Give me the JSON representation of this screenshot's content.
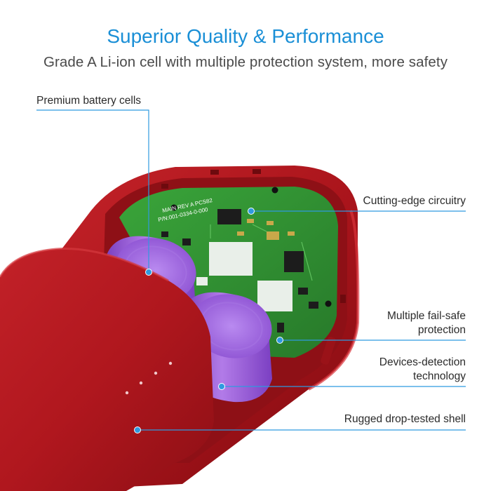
{
  "header": {
    "title": "Superior Quality & Performance",
    "subtitle": "Grade A Li-ion cell with multiple protection system, more safety"
  },
  "callouts": {
    "premium_cells": "Premium battery cells",
    "circuitry": "Cutting-edge circuitry",
    "failsafe_line1": "Multiple fail-safe",
    "failsafe_line2": "protection",
    "detection_line1": "Devices-detection",
    "detection_line2": "technology",
    "shell": "Rugged drop-tested shell"
  },
  "pcb_silkscreen": {
    "line1": "MAIN REV A PCS82",
    "line2": "P/N:001-0334-0-000"
  },
  "colors": {
    "accent": "#1a8fd6",
    "shell_red": "#b3161e",
    "pcb_green": "#2f8f2e",
    "cell_purple": "#9b5fd6"
  }
}
